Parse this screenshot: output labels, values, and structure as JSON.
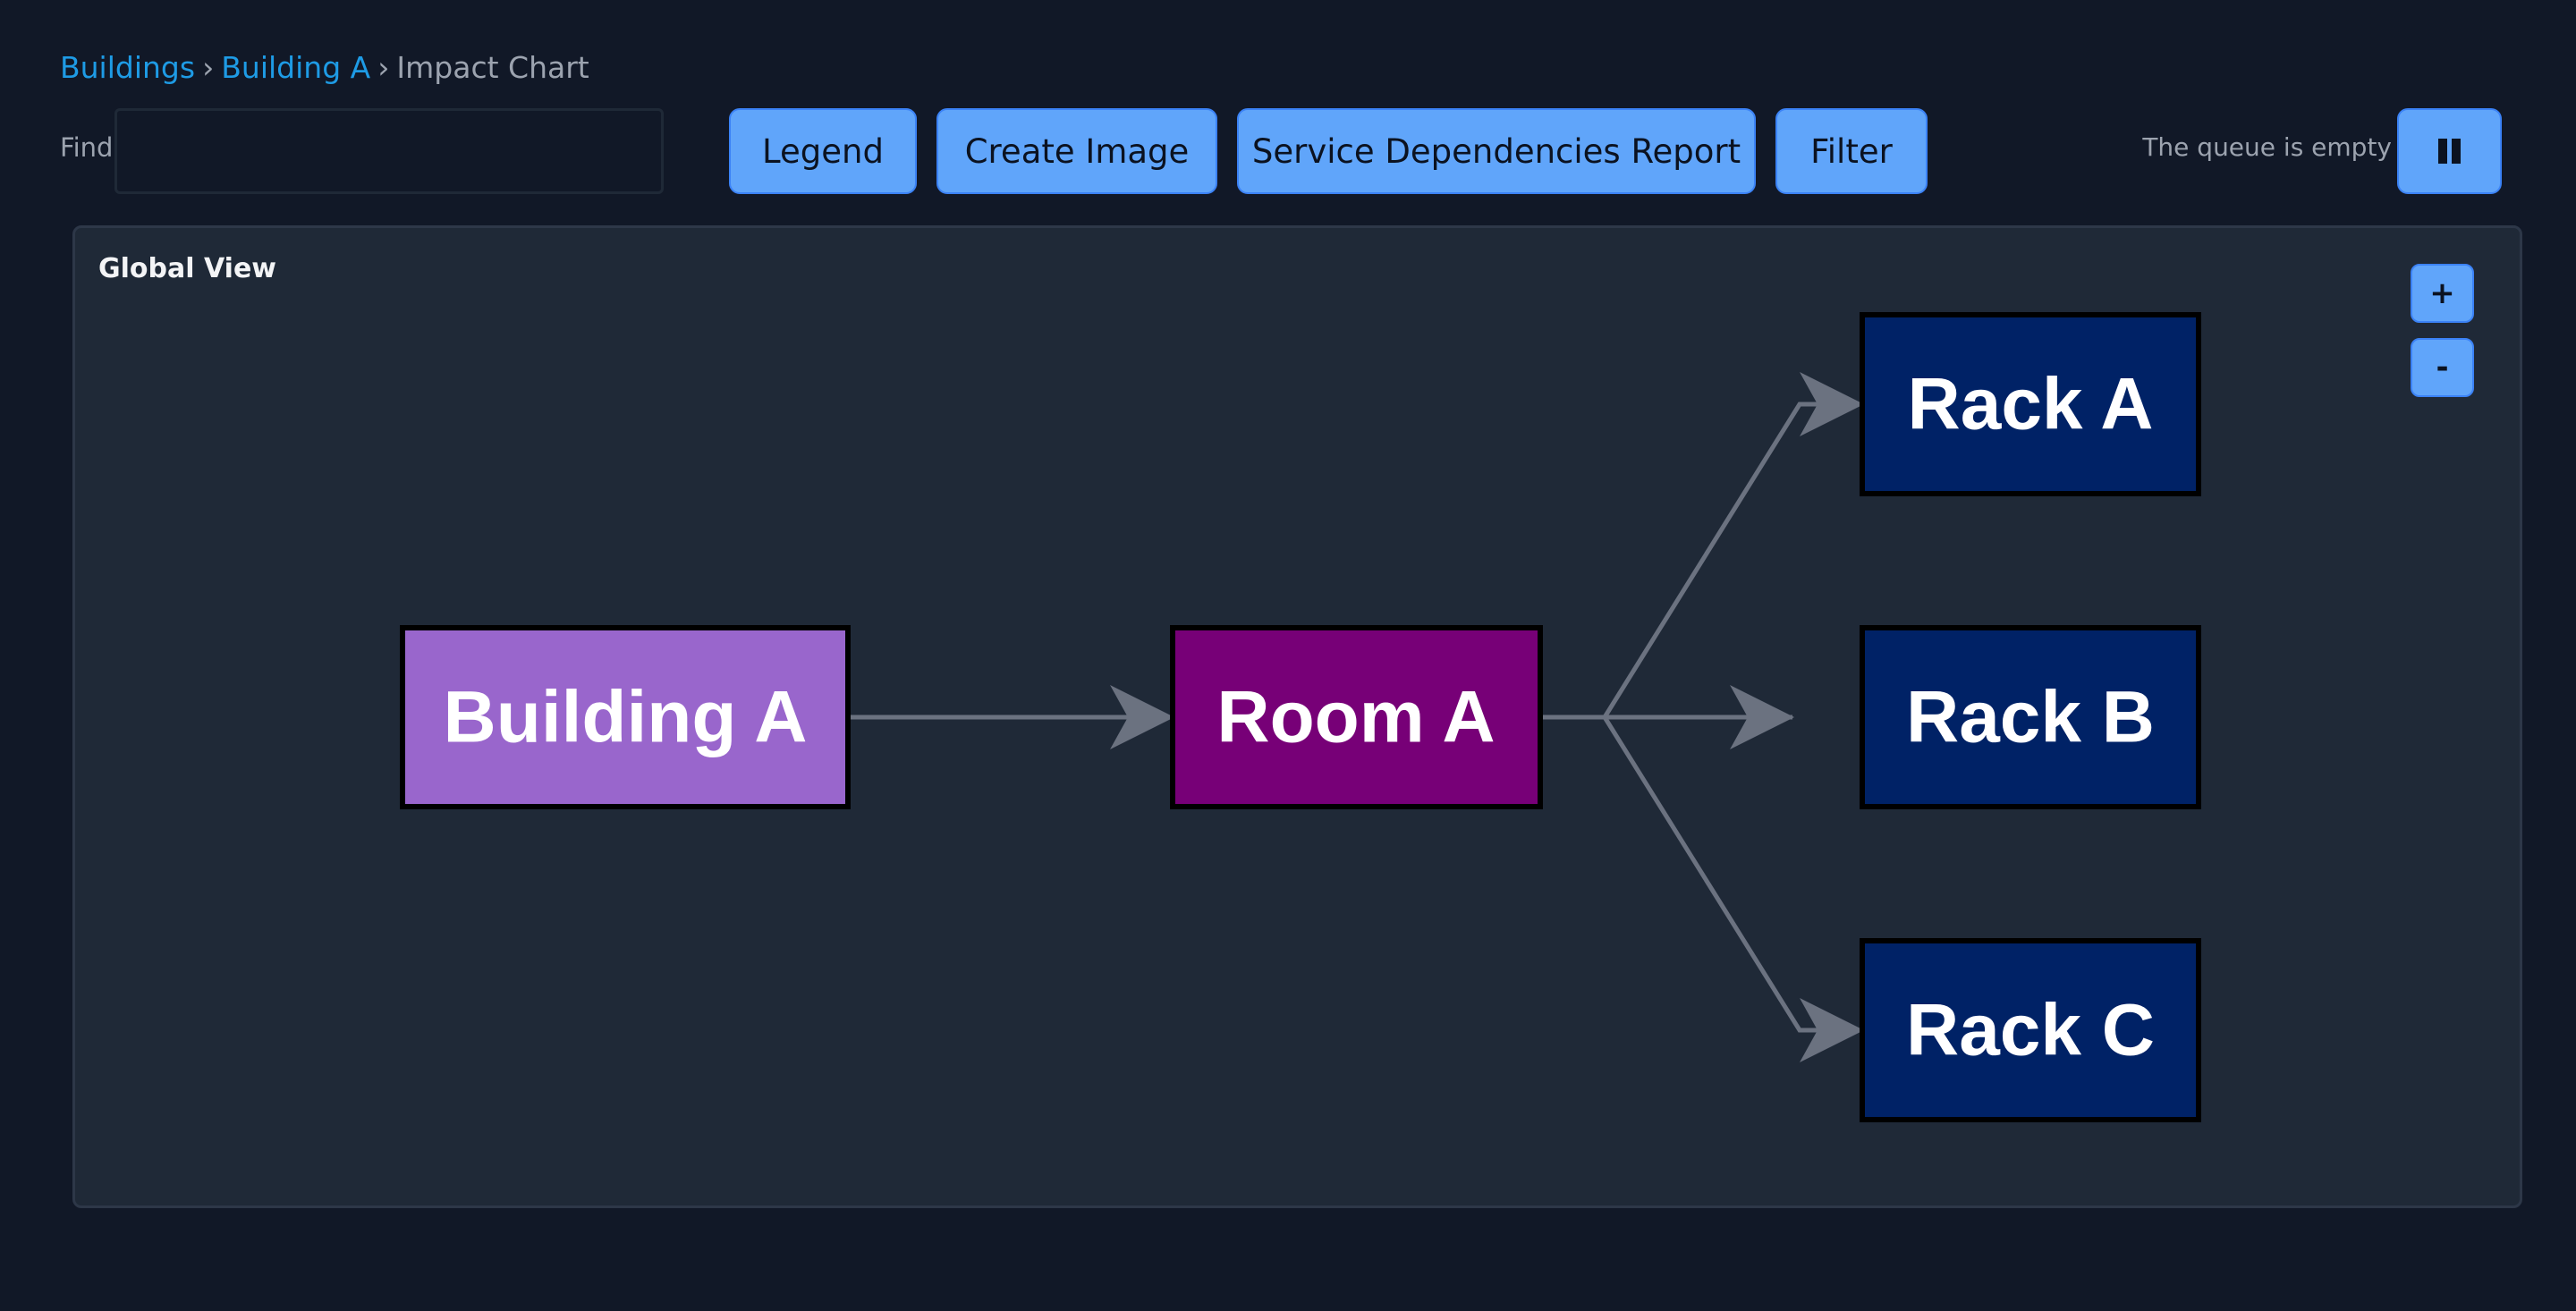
{
  "breadcrumb": {
    "items": [
      "Buildings",
      "Building A",
      "Impact Chart"
    ],
    "separator": "›"
  },
  "toolbar": {
    "find_label": "Find",
    "find_value": "",
    "legend_label": "Legend",
    "create_image_label": "Create Image",
    "service_dependencies_label": "Service Dependencies Report",
    "filter_label": "Filter",
    "queue_status": "The queue is empty",
    "pause_icon": "pause-icon"
  },
  "panel": {
    "title": "Global View",
    "zoom_in_label": "+",
    "zoom_out_label": "-"
  },
  "graph": {
    "nodes": [
      {
        "id": "building-a",
        "label": "Building A",
        "color": "#9966cc"
      },
      {
        "id": "room-a",
        "label": "Room A",
        "color": "#770077"
      },
      {
        "id": "rack-a",
        "label": "Rack A",
        "color": "#002266"
      },
      {
        "id": "rack-b",
        "label": "Rack B",
        "color": "#002266"
      },
      {
        "id": "rack-c",
        "label": "Rack C",
        "color": "#002266"
      }
    ],
    "edges": [
      {
        "from": "building-a",
        "to": "room-a"
      },
      {
        "from": "room-a",
        "to": "rack-a"
      },
      {
        "from": "room-a",
        "to": "rack-b"
      },
      {
        "from": "room-a",
        "to": "rack-c"
      }
    ],
    "edge_color": "#6b7280"
  },
  "colors": {
    "background": "#111827",
    "panel": "#1f2937",
    "button": "#60a5fa",
    "link": "#1e9be5"
  }
}
